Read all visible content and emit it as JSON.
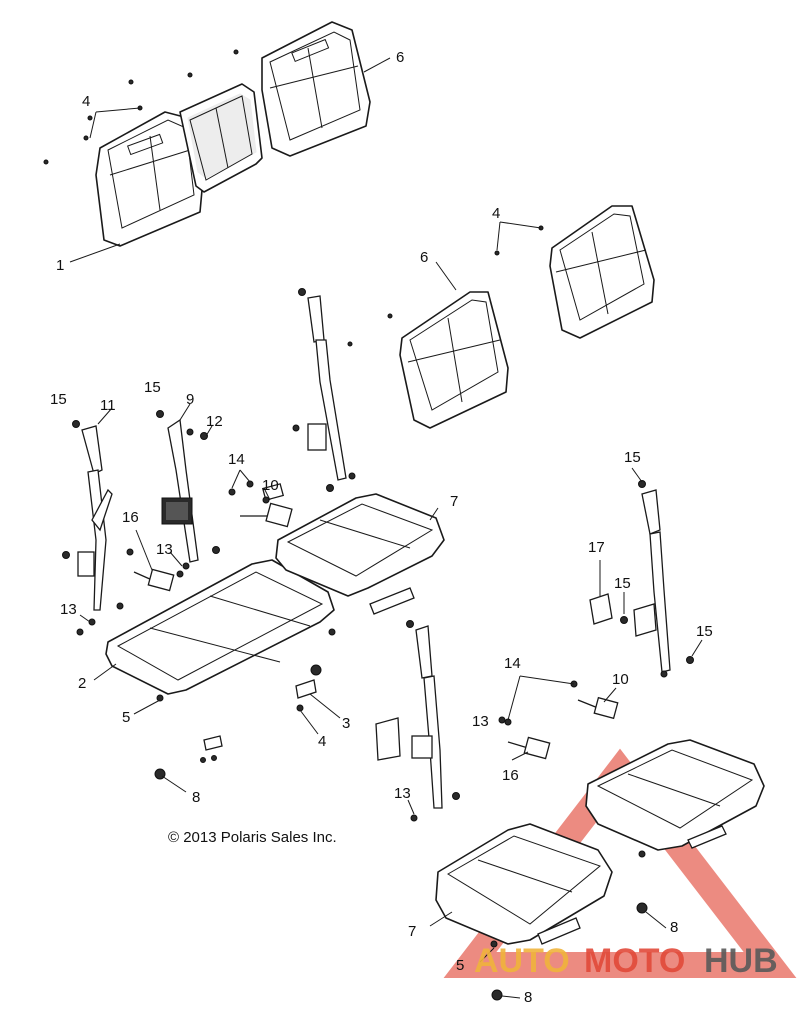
{
  "copyright": "© 2013 Polaris Sales Inc.",
  "watermark": {
    "part1": "AUTO",
    "part2": "MOTO",
    "part3": "HUB",
    "colors": {
      "auto": "#f0b43c",
      "moto": "#e24a3a",
      "hub": "#5a5a5a"
    }
  },
  "callouts": {
    "c1": "1",
    "c2": "2",
    "c3": "3",
    "c4a": "4",
    "c4b": "4",
    "c4c": "4",
    "c5a": "5",
    "c5b": "5",
    "c6a": "6",
    "c6b": "6",
    "c7a": "7",
    "c7b": "7",
    "c8a": "8",
    "c8b": "8",
    "c8c": "8",
    "c9": "9",
    "c10a": "10",
    "c10b": "10",
    "c11": "11",
    "c12": "12",
    "c13a": "13",
    "c13b": "13",
    "c13c": "13",
    "c13d": "13",
    "c14a": "14",
    "c14b": "14",
    "c15a": "15",
    "c15b": "15",
    "c15c": "15",
    "c15d": "15",
    "c15e": "15",
    "c16a": "16",
    "c16b": "16",
    "c17": "17"
  }
}
